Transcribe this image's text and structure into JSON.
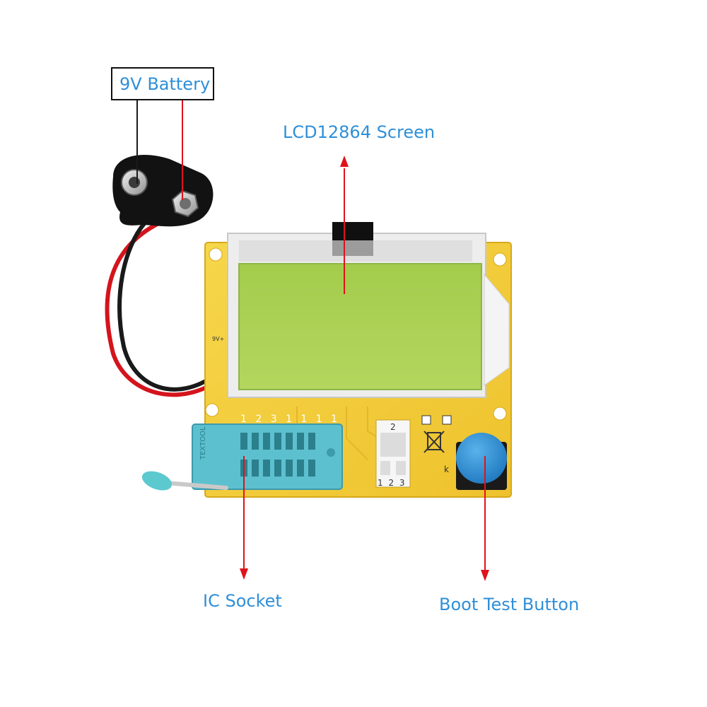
{
  "callouts": {
    "battery": "9V Battery",
    "lcd": "LCD12864 Screen",
    "ic_socket": "IC Socket",
    "boot_button": "Boot Test Button"
  },
  "board_text": {
    "socket_pins": "1 2 3 1 1 1 1",
    "socket_brand": "TEXTOOL",
    "pad_top": "2",
    "pad_bottom": "1 2 3",
    "button_mark": "k",
    "power_mark": "9V+"
  },
  "colors": {
    "callout_text": "#2f8fd8",
    "arrow": "#e0121a",
    "pcb": "#f3cf3a",
    "lcd": "#a8cf52",
    "socket": "#5cc0cf",
    "button": "#2e8fd0"
  }
}
